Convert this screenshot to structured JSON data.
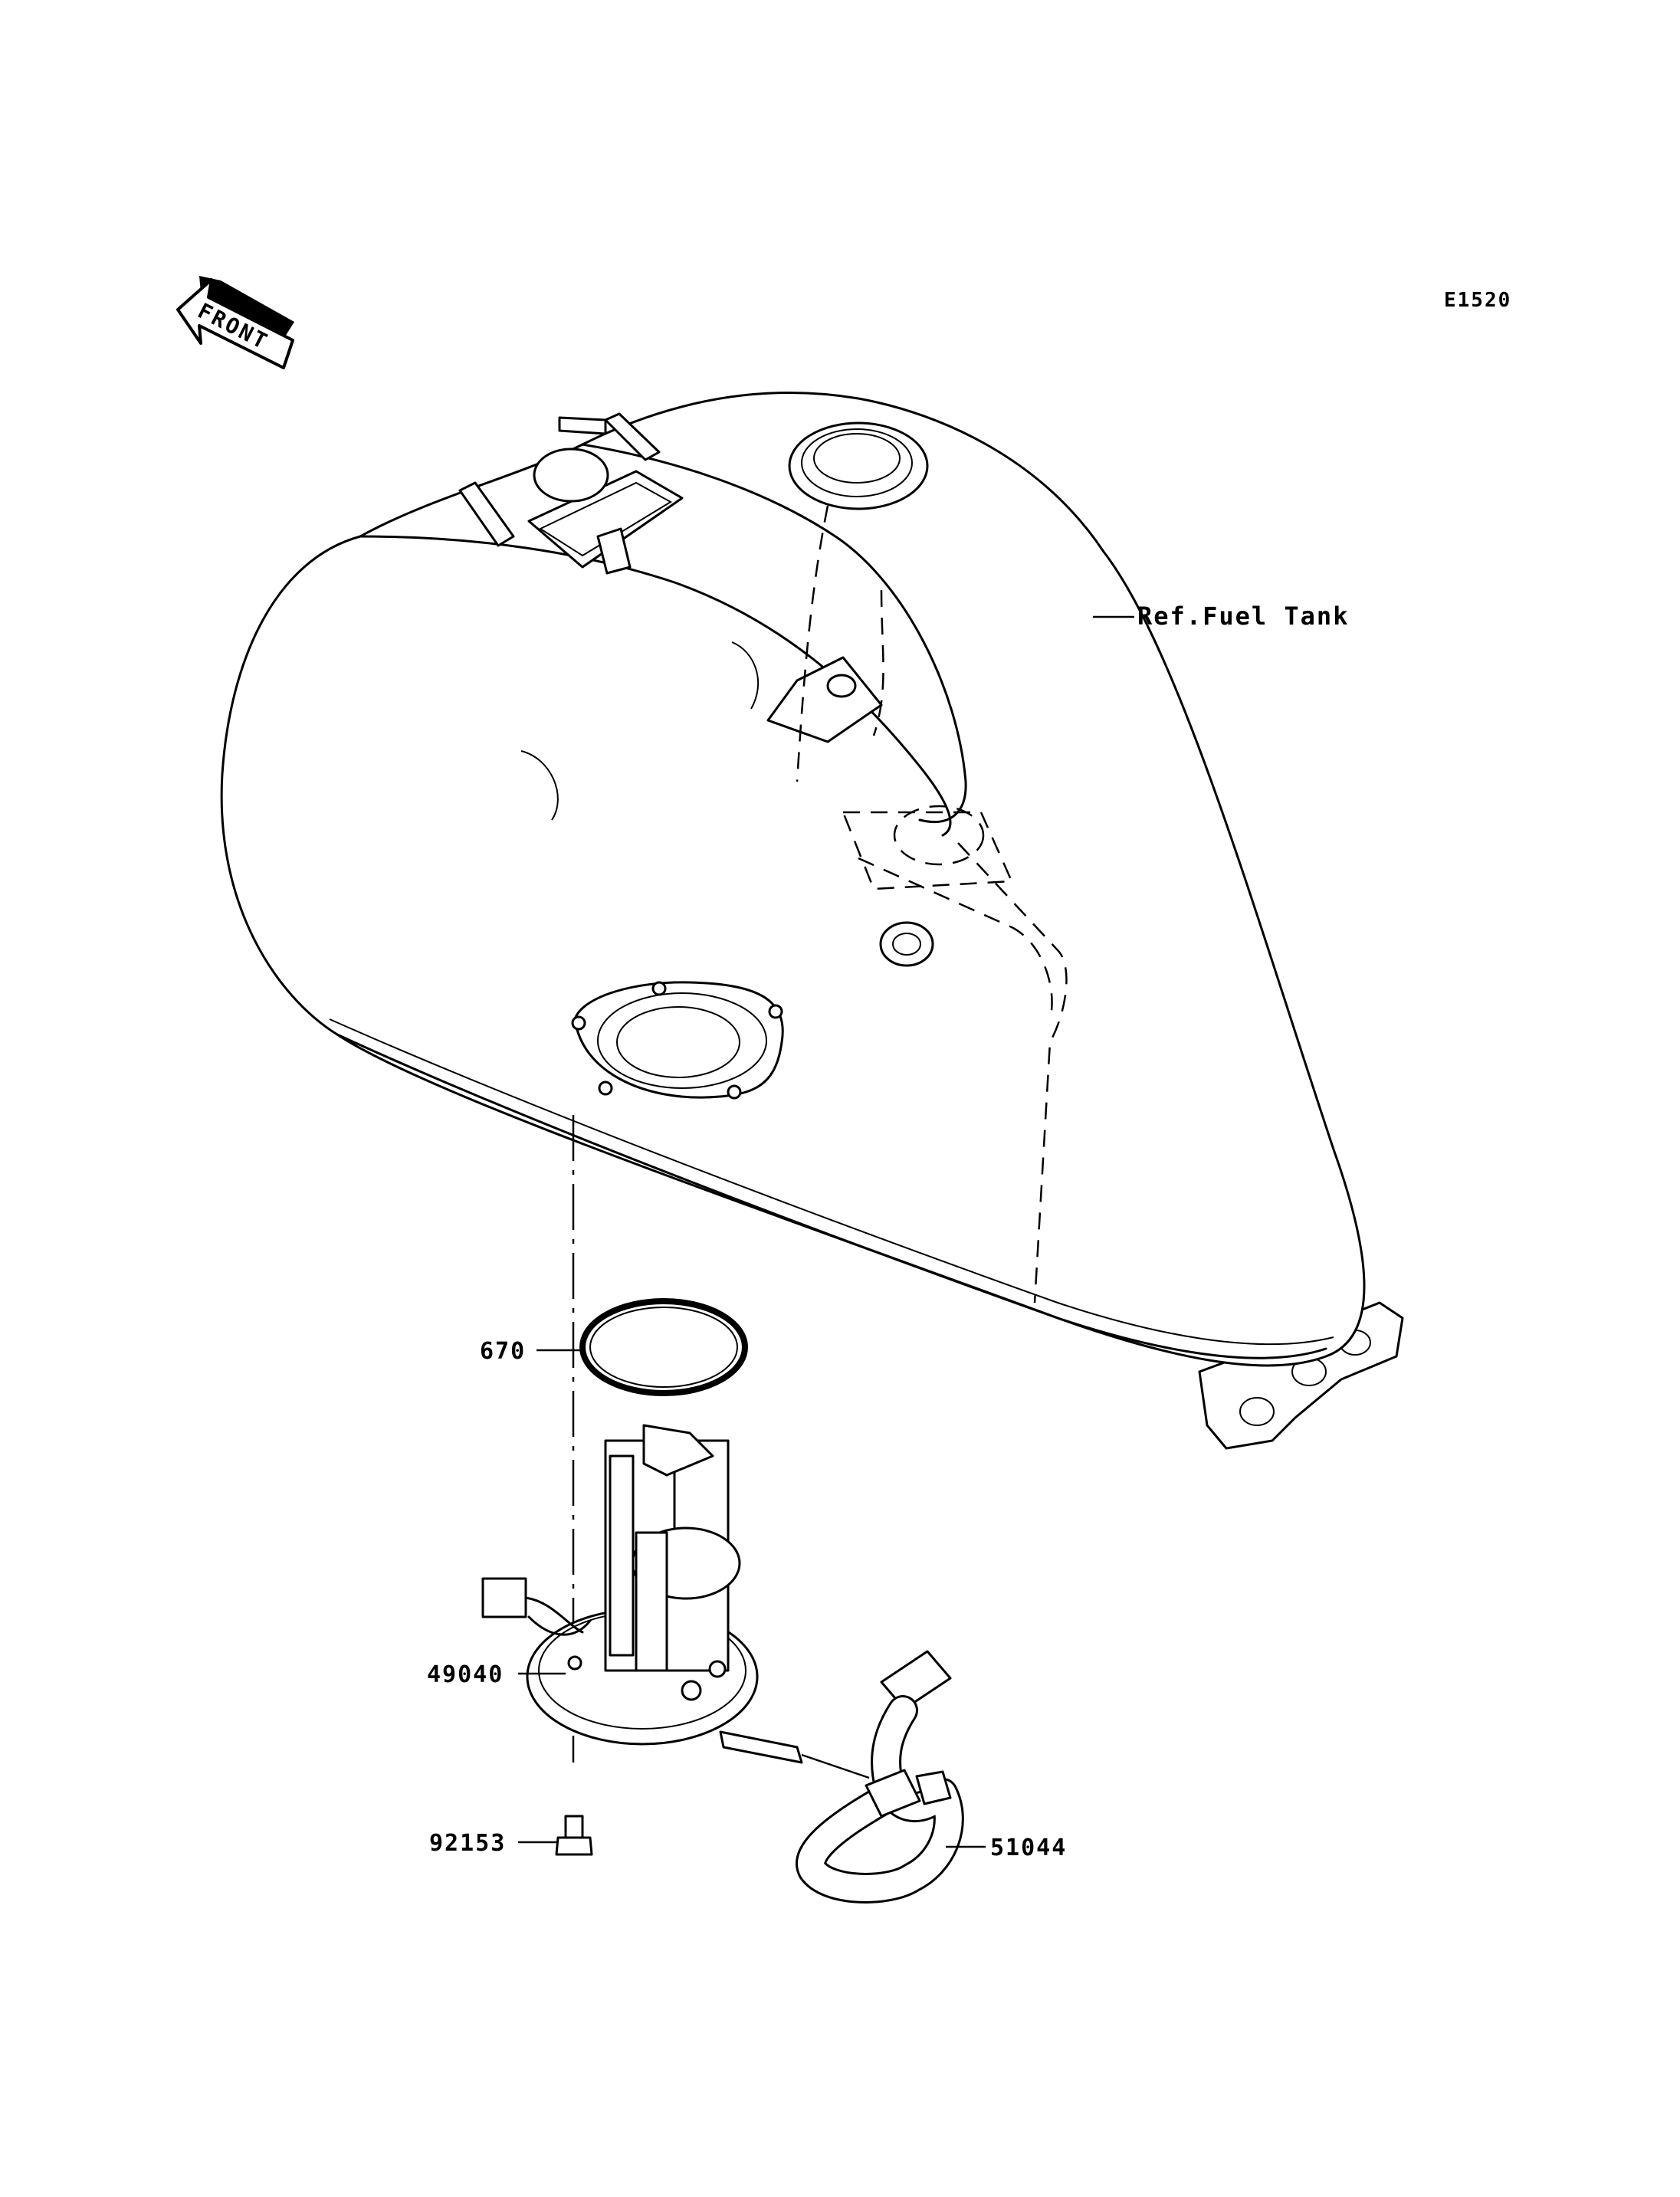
{
  "diagram_code": "E1520",
  "front_arrow_label": "FRONT",
  "reference_label": "Ref.Fuel Tank",
  "parts": [
    {
      "number": "670"
    },
    {
      "number": "49040"
    },
    {
      "number": "92153"
    },
    {
      "number": "51044"
    }
  ],
  "colors": {
    "line": "#000000",
    "background": "#ffffff"
  },
  "icons": {
    "front": "front-direction-arrow-icon"
  }
}
